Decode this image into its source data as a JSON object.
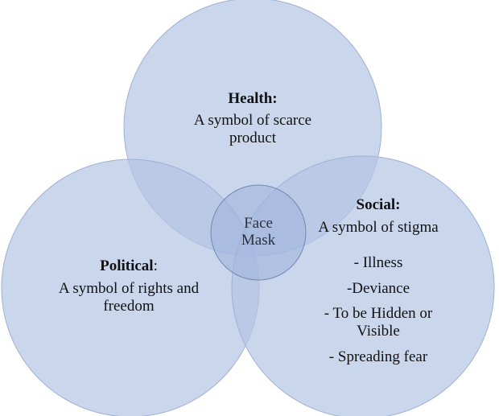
{
  "diagram": {
    "type": "venn",
    "colors": {
      "circle_fill": "#b4c4e4",
      "circle_stroke": "#8fa3cc",
      "center_fill": "#8ea6d6",
      "background": "#ffffff"
    },
    "center": {
      "label_line1": "Face",
      "label_line2": "Mask"
    },
    "health": {
      "title": "Health:",
      "line1": "A symbol of scarce",
      "line2": "product"
    },
    "political": {
      "title": "Political",
      "title_suffix": ":",
      "line1": "A symbol of rights and",
      "line2": "freedom"
    },
    "social": {
      "title": "Social:",
      "subtitle": "A symbol of stigma",
      "items": [
        "- Illness",
        "-Deviance",
        "- To be Hidden or",
        "Visible",
        "- Spreading fear"
      ]
    }
  }
}
